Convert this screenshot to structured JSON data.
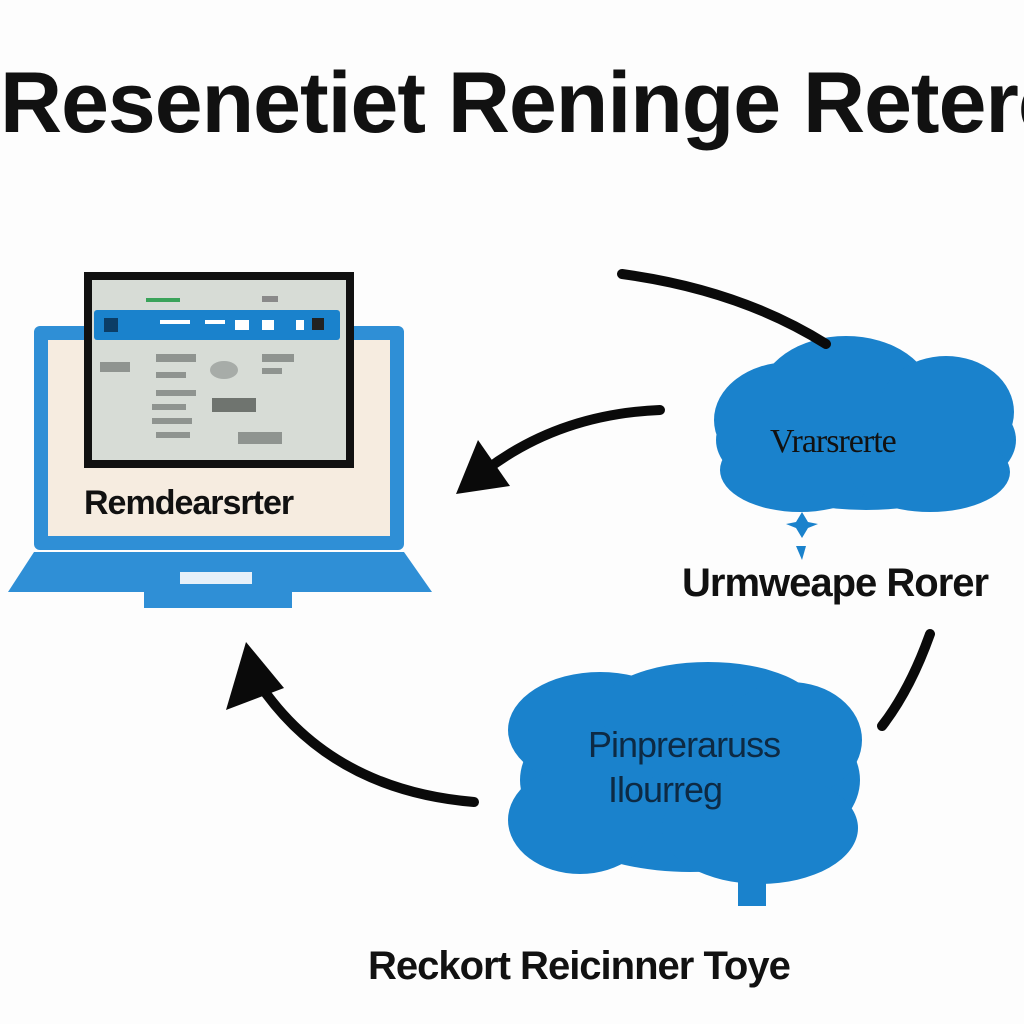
{
  "title": "Resenetiet Reninge Reterc",
  "nodes": {
    "laptop": {
      "caption": "Remdearsrter"
    },
    "cloud_top": {
      "label": "Vrarsrerte"
    },
    "mid_right": {
      "label": "Urmweape Rorer"
    },
    "cloud_bottom": {
      "label_line1": "Pinpreraruss",
      "label_line2": "Ilourreg"
    },
    "bottom": {
      "label": "Reckort Reicinner Toye"
    }
  },
  "colors": {
    "accent_blue": "#1a82cc",
    "laptop_blue": "#2f8fd6",
    "screen_beige": "#f6ece0",
    "monitor_gray": "#d7dcd6",
    "arrow_black": "#0a0a0a",
    "text_dark": "#111111"
  }
}
